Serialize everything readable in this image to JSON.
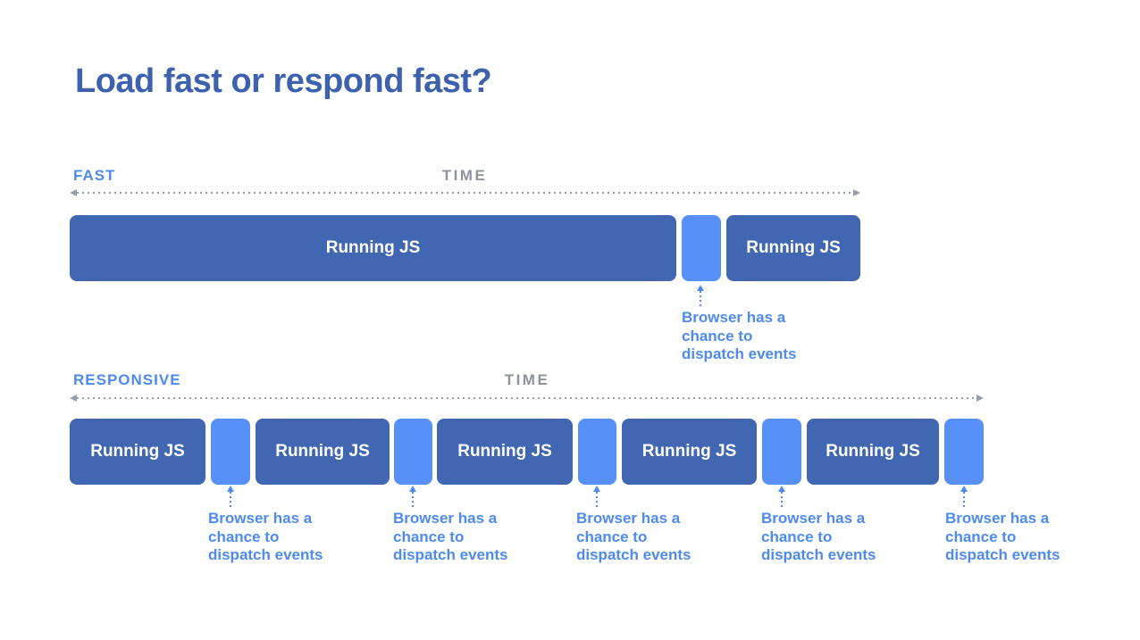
{
  "slide": {
    "title": "Load fast or respond fast?"
  },
  "fast_timeline": {
    "label": "FAST",
    "time_label": "TIME",
    "bars": [
      {
        "type": "running-js",
        "label": "Running JS"
      },
      {
        "type": "browser-gap"
      },
      {
        "type": "running-js",
        "label": "Running JS"
      }
    ],
    "annotations": [
      {
        "lines": [
          "Browser has a",
          "chance to",
          "dispatch events"
        ]
      }
    ]
  },
  "responsive_timeline": {
    "label": "RESPONSIVE",
    "time_label": "TIME",
    "bars": [
      {
        "type": "running-js",
        "label": "Running JS"
      },
      {
        "type": "browser-gap"
      },
      {
        "type": "running-js",
        "label": "Running JS"
      },
      {
        "type": "browser-gap"
      },
      {
        "type": "running-js",
        "label": "Running JS"
      },
      {
        "type": "browser-gap"
      },
      {
        "type": "running-js",
        "label": "Running JS"
      },
      {
        "type": "browser-gap"
      },
      {
        "type": "running-js",
        "label": "Running JS"
      },
      {
        "type": "browser-gap"
      }
    ],
    "annotations": [
      {
        "lines": [
          "Browser has a",
          "chance to",
          "dispatch events"
        ]
      },
      {
        "lines": [
          "Browser has a",
          "chance to",
          "dispatch events"
        ]
      },
      {
        "lines": [
          "Browser has a",
          "chance to",
          "dispatch events"
        ]
      },
      {
        "lines": [
          "Browser has a",
          "chance to",
          "dispatch events"
        ]
      },
      {
        "lines": [
          "Browser has a",
          "chance to",
          "dispatch events"
        ]
      }
    ]
  },
  "colors": {
    "title": "#3e61ad",
    "running_js_bar": "#4267b2",
    "browser_gap": "#5890fa",
    "accent": "#4e8af0",
    "time_gray": "#8e939b",
    "axis_gray": "#979ea8"
  }
}
